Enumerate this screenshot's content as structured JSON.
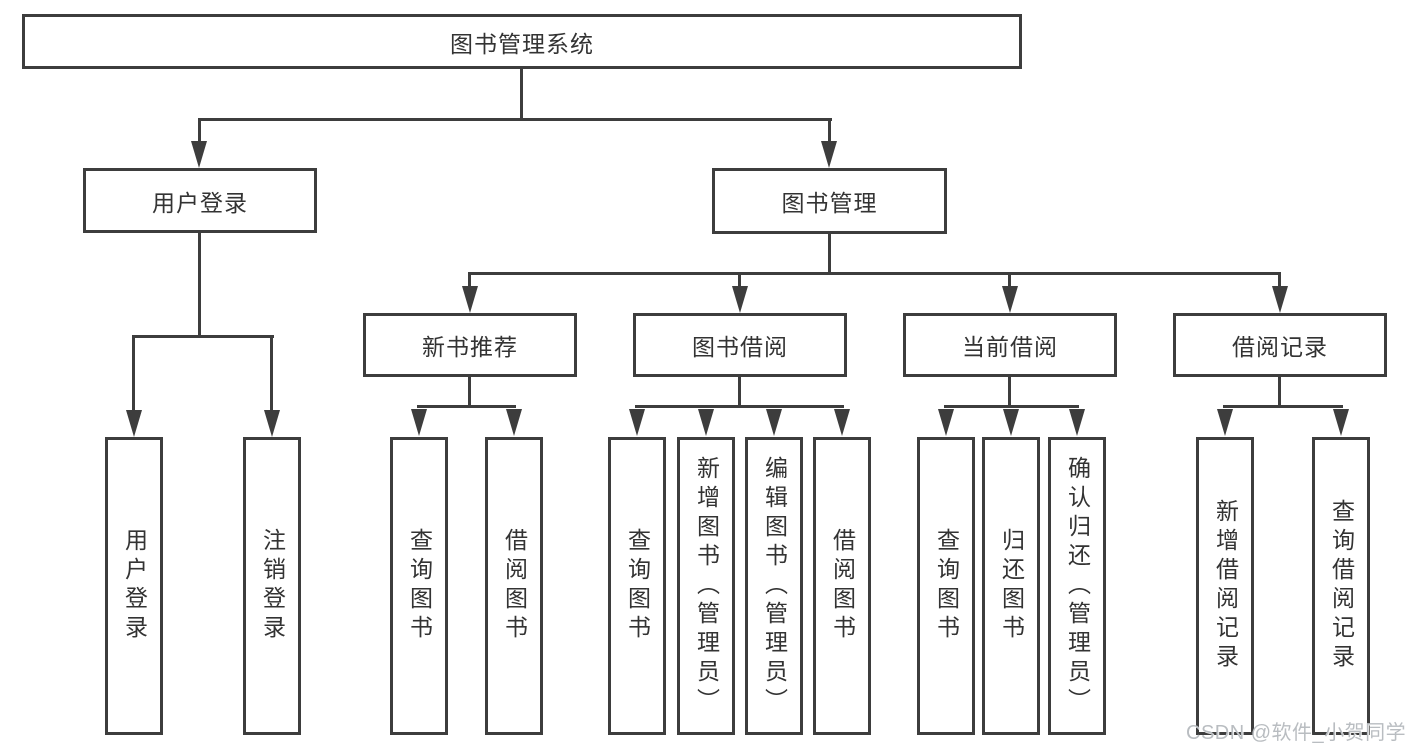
{
  "diagram": {
    "root": {
      "label": "图书管理系统"
    },
    "level2": [
      "用户登录",
      "图书管理"
    ],
    "level3": [
      "新书推荐",
      "图书借阅",
      "当前借阅",
      "借阅记录"
    ],
    "leaves": {
      "user_login": [
        "用户登录",
        "注销登录"
      ],
      "new_books": [
        "查询图书",
        "借阅图书"
      ],
      "book_borrow": [
        "查询图书",
        "新增图书（管理员）",
        "编辑图书（管理员）",
        "借阅图书"
      ],
      "current_borrow": [
        "查询图书",
        "归还图书",
        "确认归还（管理员）"
      ],
      "borrow_records": [
        "新增借阅记录",
        "查询借阅记录"
      ]
    }
  },
  "watermark": {
    "text": "CSDN @软件_小贺同学"
  },
  "colors": {
    "line": "#3d3d3d",
    "text": "#333333",
    "watermark": "#b9bdc1",
    "background": "#ffffff"
  }
}
